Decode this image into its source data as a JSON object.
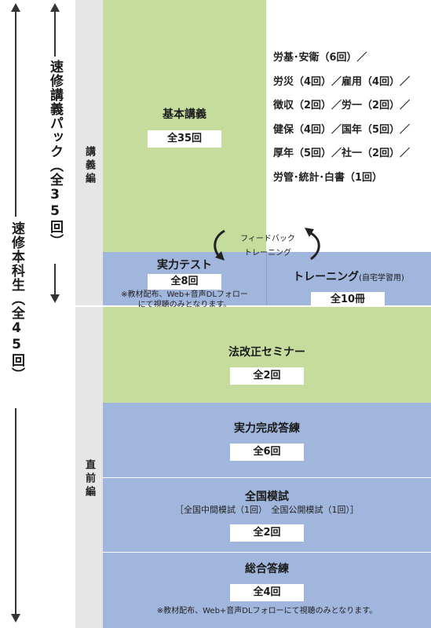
{
  "labels": {
    "outer_vertical": "速修本科生（全45回）",
    "inner_vertical": "速修講義パック（全35回）",
    "section_lecture": "講義編",
    "section_final": "直前編"
  },
  "lecture": {
    "basic": {
      "title": "基本講義",
      "badge": "全35回"
    },
    "topics": [
      "労基･安衛（6回）／",
      "労災（4回）／雇用（4回）／",
      "徴収（2回）／労一（2回）／",
      "健保（4回）／国年（5回）／",
      "厚年（5回）／社一（2回）／",
      "労管･統計･白書（1回）"
    ],
    "feedback": {
      "line1": "フィードバック",
      "line2": "トレーニング"
    },
    "test": {
      "title": "実力テスト",
      "badge": "全8回",
      "note1": "※教材配布、Web+音声DLフォロー",
      "note2": "にて視聴のみとなります。"
    },
    "training": {
      "title": "トレーニング",
      "suffix": "(自宅学習用)",
      "badge": "全10冊"
    }
  },
  "final": {
    "seminar": {
      "title": "法改正セミナー",
      "badge": "全2回"
    },
    "kansei": {
      "title": "実力完成答練",
      "badge": "全6回"
    },
    "mogi": {
      "title": "全国模試",
      "sub": "［全国中間模試（1回）　全国公開模試（1回）］",
      "badge": "全2回"
    },
    "sogo": {
      "title": "総合答練",
      "badge": "全4回",
      "note": "※教材配布、Web+音声DLフォローにて視聴のみとなります。"
    }
  },
  "colors": {
    "green": "#c5dc9d",
    "blue": "#a1b6dd",
    "sidebar": "#e6e6e6"
  }
}
